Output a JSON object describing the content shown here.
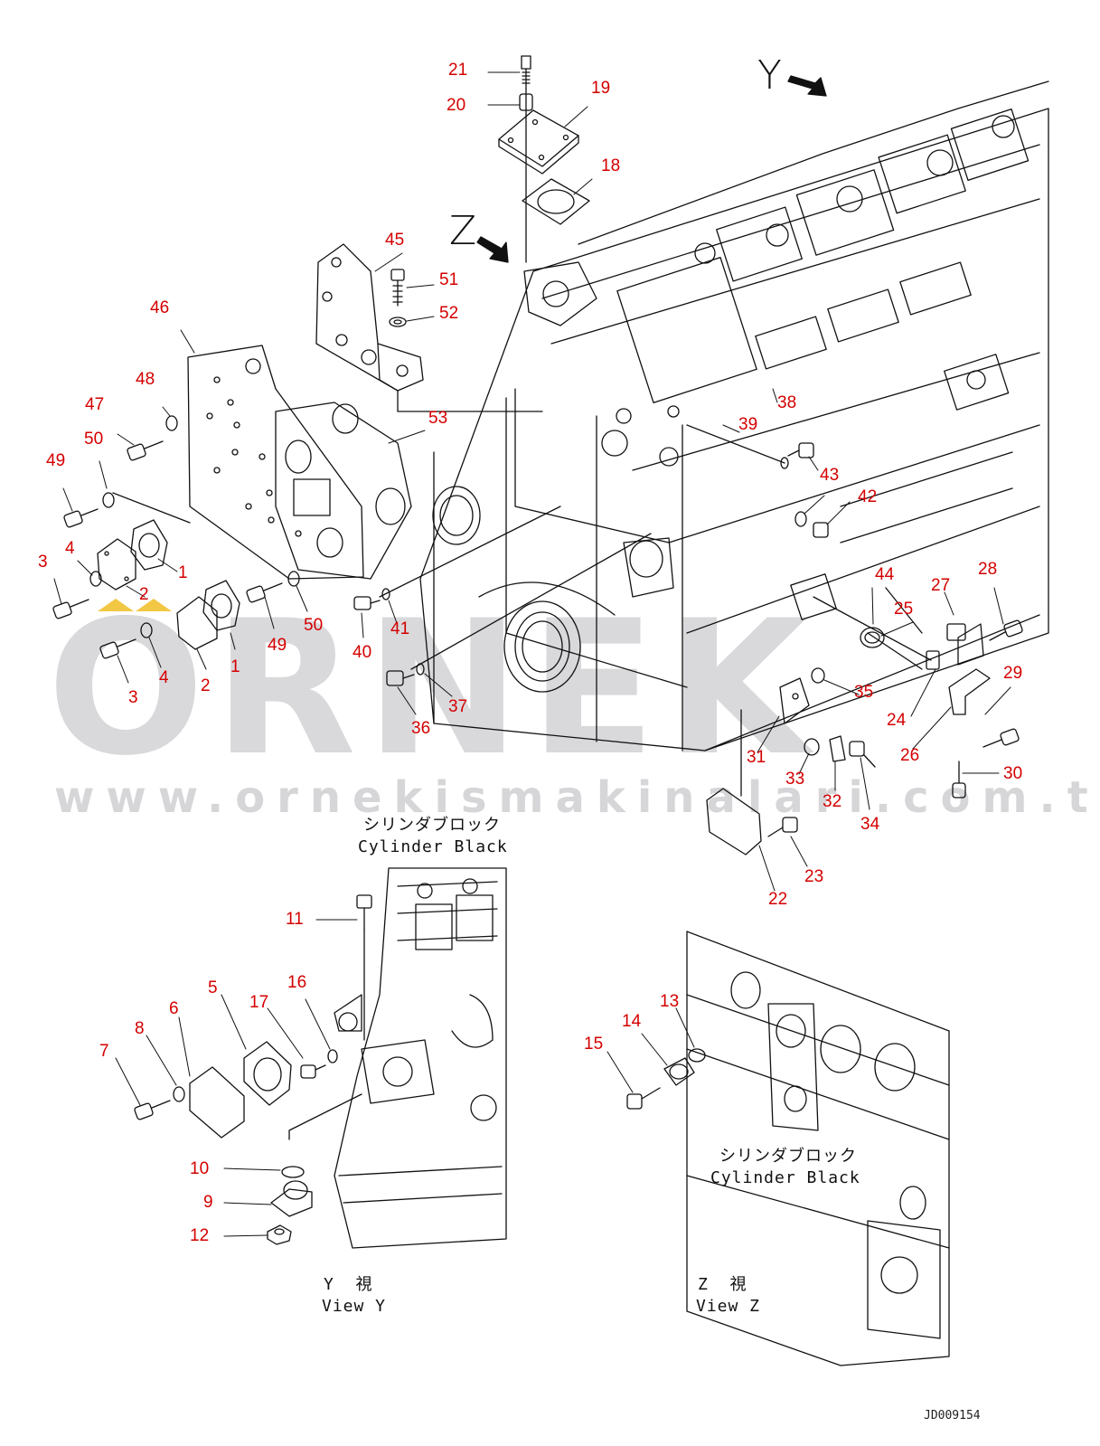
{
  "watermark": {
    "brand": "ORNEK",
    "url": "www.ornekismakinalari.com.tr",
    "accent_color": "#f0c040"
  },
  "view_letters": {
    "y": "Y",
    "z": "Z"
  },
  "captions": {
    "main_jp": "シリンダブロック",
    "main_en": "Cylinder Black",
    "z_jp": "シリンダブロック",
    "z_en": "Cylinder Black",
    "view_y_jp": "Y  視",
    "view_y_en": "View Y",
    "view_z_jp": "Z  視",
    "view_z_en": "View Z"
  },
  "drawing_code": "JD009154",
  "label_color": "#d40000",
  "part_labels": [
    "21",
    "20",
    "19",
    "18",
    "45",
    "51",
    "52",
    "46",
    "48",
    "47",
    "50",
    "49",
    "53",
    "1",
    "2",
    "3",
    "4",
    "3",
    "4",
    "2",
    "1",
    "49",
    "50",
    "40",
    "41",
    "36",
    "37",
    "38",
    "39",
    "43",
    "42",
    "44",
    "25",
    "27",
    "28",
    "24",
    "29",
    "35",
    "26",
    "31",
    "33",
    "32",
    "34",
    "30",
    "23",
    "22",
    "11",
    "5",
    "6",
    "17",
    "16",
    "8",
    "7",
    "10",
    "9",
    "12",
    "13",
    "14",
    "15"
  ]
}
